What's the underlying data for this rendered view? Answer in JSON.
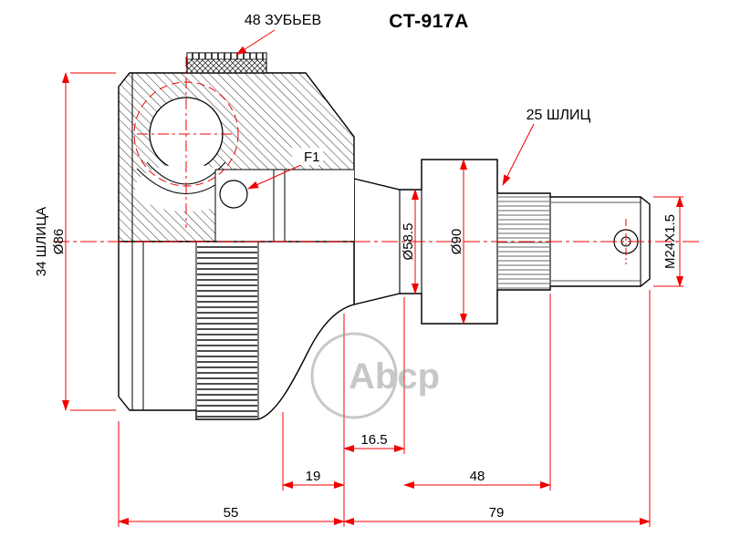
{
  "title": "CT-917A",
  "watermark": "Abcp",
  "callouts": {
    "teeth": "48 ЗУБЬЕВ",
    "splines_outer": "25 ШЛИЦ",
    "splines_inner": "34 ШЛИЦА",
    "f1": "F1"
  },
  "diameters": {
    "d86": "Ø86",
    "d58_5": "Ø58.5",
    "d90": "Ø90",
    "thread": "M24X1.5"
  },
  "lengths": {
    "l16_5": "16.5",
    "l19": "19",
    "l48": "48",
    "l55": "55",
    "l79": "79"
  },
  "colors": {
    "line": "#000000",
    "dimension": "#f20000",
    "watermark": "#9a9a9a",
    "background": "#ffffff"
  }
}
